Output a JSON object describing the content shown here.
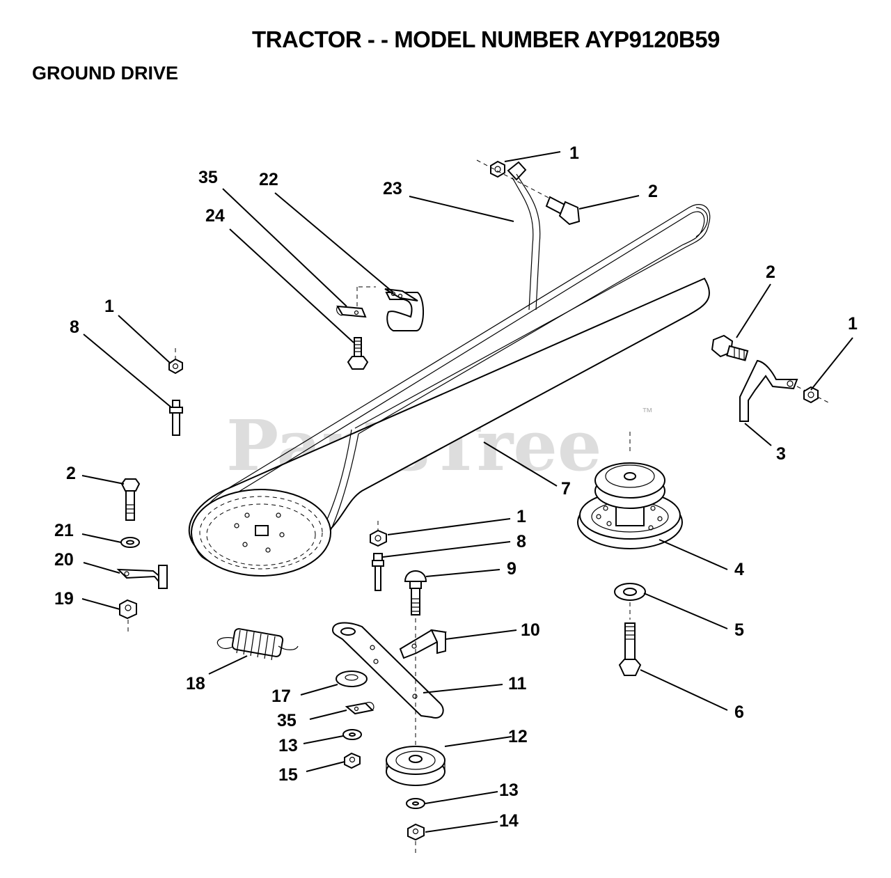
{
  "header": {
    "title": "TRACTOR - - MODEL NUMBER AYP9120B59",
    "section": "GROUND DRIVE"
  },
  "watermark": {
    "text": "PartsTree",
    "tm": "™"
  },
  "callouts": [
    {
      "id": "c1a",
      "label": "1"
    },
    {
      "id": "c2a",
      "label": "2"
    },
    {
      "id": "c23",
      "label": "23"
    },
    {
      "id": "c35a",
      "label": "35"
    },
    {
      "id": "c22",
      "label": "22"
    },
    {
      "id": "c24",
      "label": "24"
    },
    {
      "id": "c2b",
      "label": "2"
    },
    {
      "id": "c1b",
      "label": "1"
    },
    {
      "id": "c1c",
      "label": "1"
    },
    {
      "id": "c8a",
      "label": "8"
    },
    {
      "id": "c3",
      "label": "3"
    },
    {
      "id": "c7",
      "label": "7"
    },
    {
      "id": "c2c",
      "label": "2"
    },
    {
      "id": "c1d",
      "label": "1"
    },
    {
      "id": "c8b",
      "label": "8"
    },
    {
      "id": "c21",
      "label": "21"
    },
    {
      "id": "c20",
      "label": "20"
    },
    {
      "id": "c4",
      "label": "4"
    },
    {
      "id": "c9",
      "label": "9"
    },
    {
      "id": "c19",
      "label": "19"
    },
    {
      "id": "c5",
      "label": "5"
    },
    {
      "id": "c10",
      "label": "10"
    },
    {
      "id": "c18",
      "label": "18"
    },
    {
      "id": "c11",
      "label": "11"
    },
    {
      "id": "c17",
      "label": "17"
    },
    {
      "id": "c6",
      "label": "6"
    },
    {
      "id": "c35b",
      "label": "35"
    },
    {
      "id": "c12",
      "label": "12"
    },
    {
      "id": "c13a",
      "label": "13"
    },
    {
      "id": "c15",
      "label": "15"
    },
    {
      "id": "c13b",
      "label": "13"
    },
    {
      "id": "c14",
      "label": "14"
    }
  ]
}
